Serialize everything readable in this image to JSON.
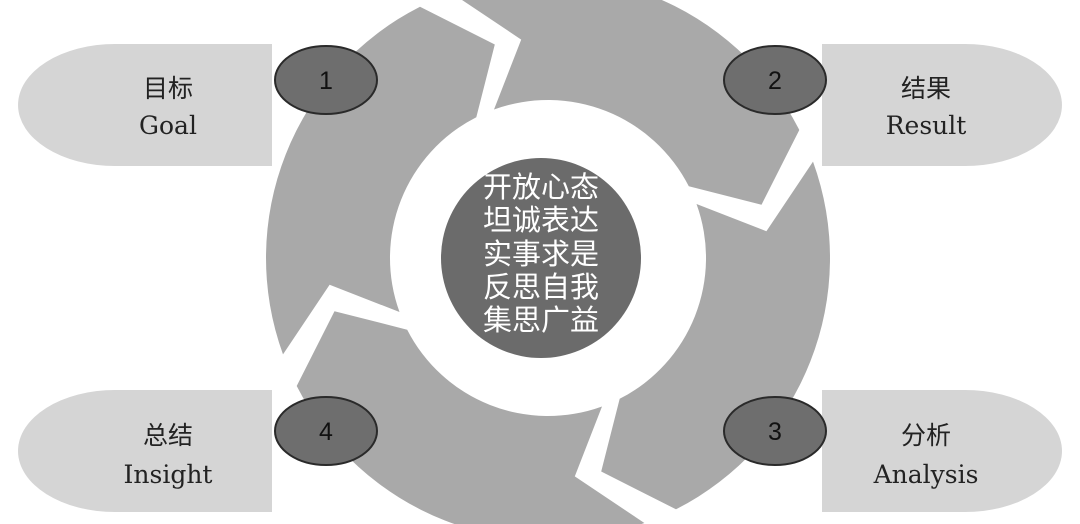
{
  "colors": {
    "background": "#ffffff",
    "arrow": "#a9a9a9",
    "tab": "#d5d5d5",
    "badge": "#6e6e6e",
    "center": "#6b6b6b",
    "center_text": "#ffffff",
    "text": "#222222"
  },
  "steps": [
    {
      "number": "1",
      "zh": "目标",
      "en": "Goal"
    },
    {
      "number": "2",
      "zh": "结果",
      "en": "Result"
    },
    {
      "number": "3",
      "zh": "分析",
      "en": "Analysis"
    },
    {
      "number": "4",
      "zh": "总结",
      "en": "Insight"
    }
  ],
  "center": {
    "lines": [
      "开放心态",
      "坦诚表达",
      "实事求是",
      "反思自我",
      "集思广益"
    ]
  }
}
